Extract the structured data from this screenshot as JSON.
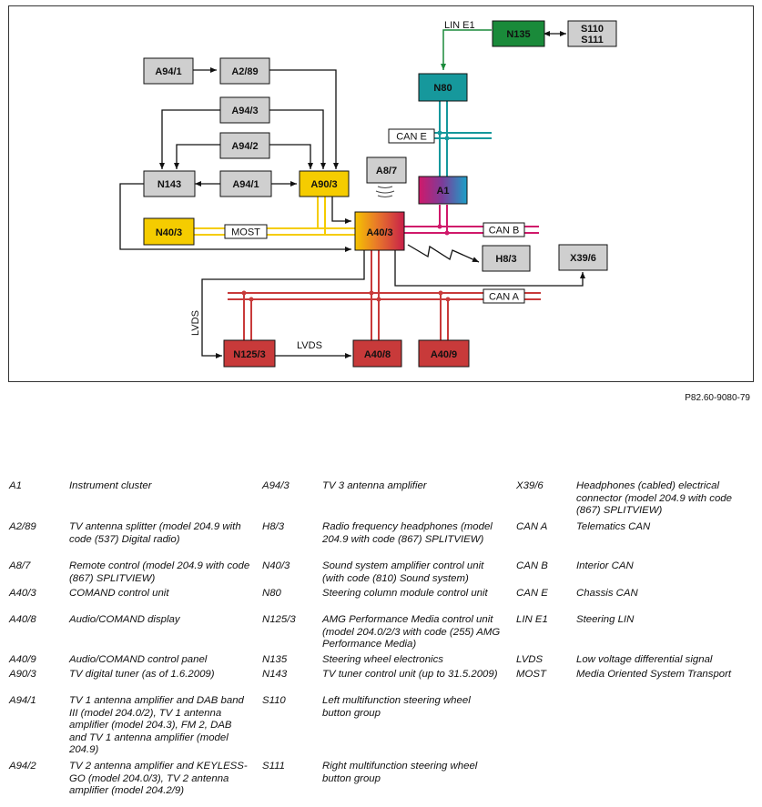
{
  "figure_ref": "P82.60-9080-79",
  "diagram": {
    "nodes": {
      "n135": "N135",
      "s110": "S110",
      "s111": "S111",
      "n80": "N80",
      "a94_1_top": "A94/1",
      "a2_89": "A2/89",
      "a94_3": "A94/3",
      "a94_2": "A94/2",
      "n143": "N143",
      "a94_1_mid": "A94/1",
      "a90_3": "A90/3",
      "a8_7": "A8/7",
      "a1": "A1",
      "n40_3": "N40/3",
      "a40_3": "A40/3",
      "h8_3": "H8/3",
      "x39_6": "X39/6",
      "n125_3": "N125/3",
      "a40_8": "A40/8",
      "a40_9": "A40/9"
    },
    "bus_labels": {
      "lin_e1": "LIN E1",
      "can_e": "CAN E",
      "can_b": "CAN B",
      "can_a": "CAN A",
      "most": "MOST",
      "lvds_vertical": "LVDS",
      "lvds_horizontal": "LVDS"
    },
    "colors": {
      "green": "#1a8a3a",
      "teal": "#16989c",
      "yellow": "#f5cc00",
      "magenta": "#d0186a",
      "red": "#c83a3a",
      "gray_box": "#cfcfcf"
    }
  },
  "legend": [
    {
      "code": "A1",
      "desc": "Instrument cluster"
    },
    {
      "code": "A2/89",
      "desc": "TV antenna splitter (model 204.9 with code (537) Digital radio)"
    },
    {
      "code": "A8/7",
      "desc": "Remote control (model 204.9 with code (867) SPLITVIEW)"
    },
    {
      "code": "A40/3",
      "desc": "COMAND control unit"
    },
    {
      "code": "A40/8",
      "desc": "Audio/COMAND display"
    },
    {
      "code": "A40/9",
      "desc": "Audio/COMAND control panel"
    },
    {
      "code": "A90/3",
      "desc": "TV digital tuner (as of 1.6.2009)"
    },
    {
      "code": "A94/1",
      "desc": "TV 1 antenna amplifier and DAB band III (model 204.0/2), TV 1 antenna amplifier (model 204.3), FM 2, DAB and TV 1 antenna amplifier (model 204.9)"
    },
    {
      "code": "A94/2",
      "desc": "TV 2 antenna amplifier and KEYLESS-GO (model 204.0/3), TV 2 antenna amplifier (model 204.2/9)"
    },
    {
      "code": "A94/3",
      "desc": "TV 3 antenna amplifier"
    },
    {
      "code": "H8/3",
      "desc": "Radio frequency headphones (model 204.9 with code (867) SPLITVIEW)"
    },
    {
      "code": "N40/3",
      "desc": "Sound system amplifier control unit (with code (810) Sound system)"
    },
    {
      "code": "N80",
      "desc": "Steering column module control unit"
    },
    {
      "code": "N125/3",
      "desc": "AMG Performance Media control unit (model 204.0/2/3 with code (255) AMG Performance Media)"
    },
    {
      "code": "N135",
      "desc": "Steering wheel electronics"
    },
    {
      "code": "N143",
      "desc": "TV tuner control unit (up to 31.5.2009)"
    },
    {
      "code": "S110",
      "desc": "Left multifunction steering wheel button group"
    },
    {
      "code": "S111",
      "desc": "Right multifunction steering wheel button group"
    },
    {
      "code": "X39/6",
      "desc": "Headphones (cabled) electrical connector (model 204.9 with code (867) SPLITVIEW)"
    },
    {
      "code": "CAN A",
      "desc": "Telematics CAN"
    },
    {
      "code": "CAN B",
      "desc": "Interior CAN"
    },
    {
      "code": "CAN E",
      "desc": "Chassis CAN"
    },
    {
      "code": "LIN E1",
      "desc": "Steering LIN"
    },
    {
      "code": "LVDS",
      "desc": "Low voltage differential signal"
    },
    {
      "code": "MOST",
      "desc": "Media Oriented System Transport"
    }
  ]
}
